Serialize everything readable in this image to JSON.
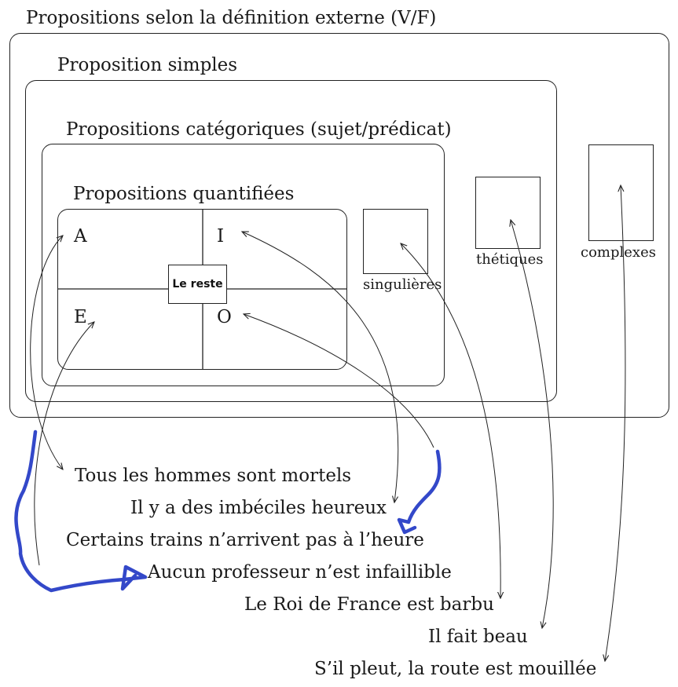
{
  "titles": {
    "outer": "Propositions selon la définition externe (V/F)",
    "simples": "Proposition simples",
    "categoriques": "Propositions catégoriques (sujet/prédicat)",
    "quantifiees": "Propositions quantifiées"
  },
  "quadrants": {
    "a": "A",
    "i": "I",
    "e": "E",
    "o": "O",
    "center": "Le reste"
  },
  "small_boxes": {
    "singulieres": "singulières",
    "thetiques": "thétiques",
    "complexes": "complexes"
  },
  "examples": [
    "Tous les hommes sont mortels",
    "Il y a des imbéciles heureux",
    "Certains trains n’arrivent pas à l’heure",
    "Aucun professeur n’est infaillible",
    "Le Roi de France est barbu",
    "Il fait beau",
    "S’il pleut, la route est mouillée"
  ],
  "colors": {
    "ink": "#1a1a1a",
    "annotation": "#3348c9"
  }
}
